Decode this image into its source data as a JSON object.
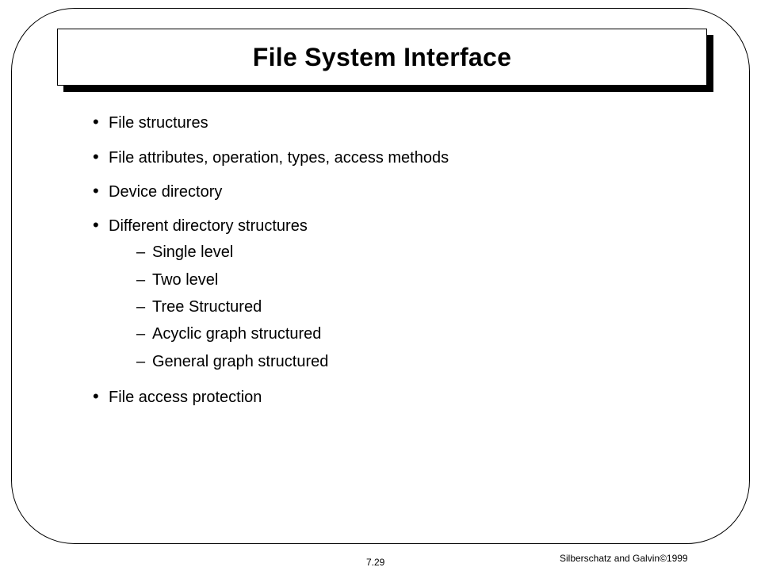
{
  "slide": {
    "title": "File System Interface",
    "bullets": [
      {
        "text": "File structures"
      },
      {
        "text": "File attributes, operation, types, access methods"
      },
      {
        "text": "Device directory"
      },
      {
        "text": "Different directory structures"
      },
      {
        "text": "File access protection"
      }
    ],
    "sub_items": [
      {
        "text": "Single level"
      },
      {
        "text": "Two level"
      },
      {
        "text": "Tree Structured"
      },
      {
        "text": "Acyclic graph structured"
      },
      {
        "text": "General graph structured"
      }
    ],
    "bullet_glyph": "•",
    "dash_glyph": "–"
  },
  "footer": {
    "page_number": "7.29",
    "copyright": "Silberschatz and Galvin©1999"
  }
}
